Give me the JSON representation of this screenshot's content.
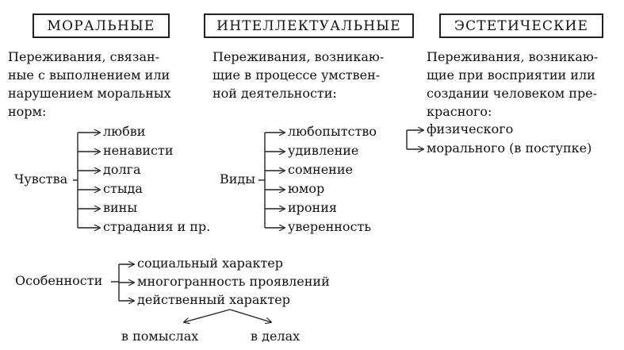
{
  "columns": [
    {
      "title": "МОРАЛЬНЫЕ",
      "description": [
        "Переживания, связан-",
        "ные с выполнением или",
        "нарушением моральных",
        "норм:"
      ],
      "group_label": "Чувства",
      "items": [
        "любви",
        "ненависти",
        "долга",
        "стыда",
        "вины",
        "страдания и пр."
      ]
    },
    {
      "title": "ИНТЕЛЛЕКТУАЛЬНЫЕ",
      "description": [
        "Переживания, возникаю-",
        "щие в процессе умствен-",
        "ной деятельности:"
      ],
      "group_label": "Виды",
      "items": [
        "любопытство",
        "удивление",
        "сомнение",
        "юмор",
        "ирония",
        "уверенность"
      ]
    },
    {
      "title": "ЭСТЕТИЧЕСКИЕ",
      "description": [
        "Переживания, возникаю-",
        "щие при восприятии или",
        "создании человеком пре-",
        "красного:"
      ],
      "items": [
        "физического",
        "морального (в поступке)"
      ]
    }
  ],
  "features": {
    "label": "Особенности",
    "items": [
      "социальный характер",
      "многогранность проявлений",
      "действенный характер"
    ],
    "sub_items": [
      "в помыслах",
      "в делах"
    ]
  }
}
